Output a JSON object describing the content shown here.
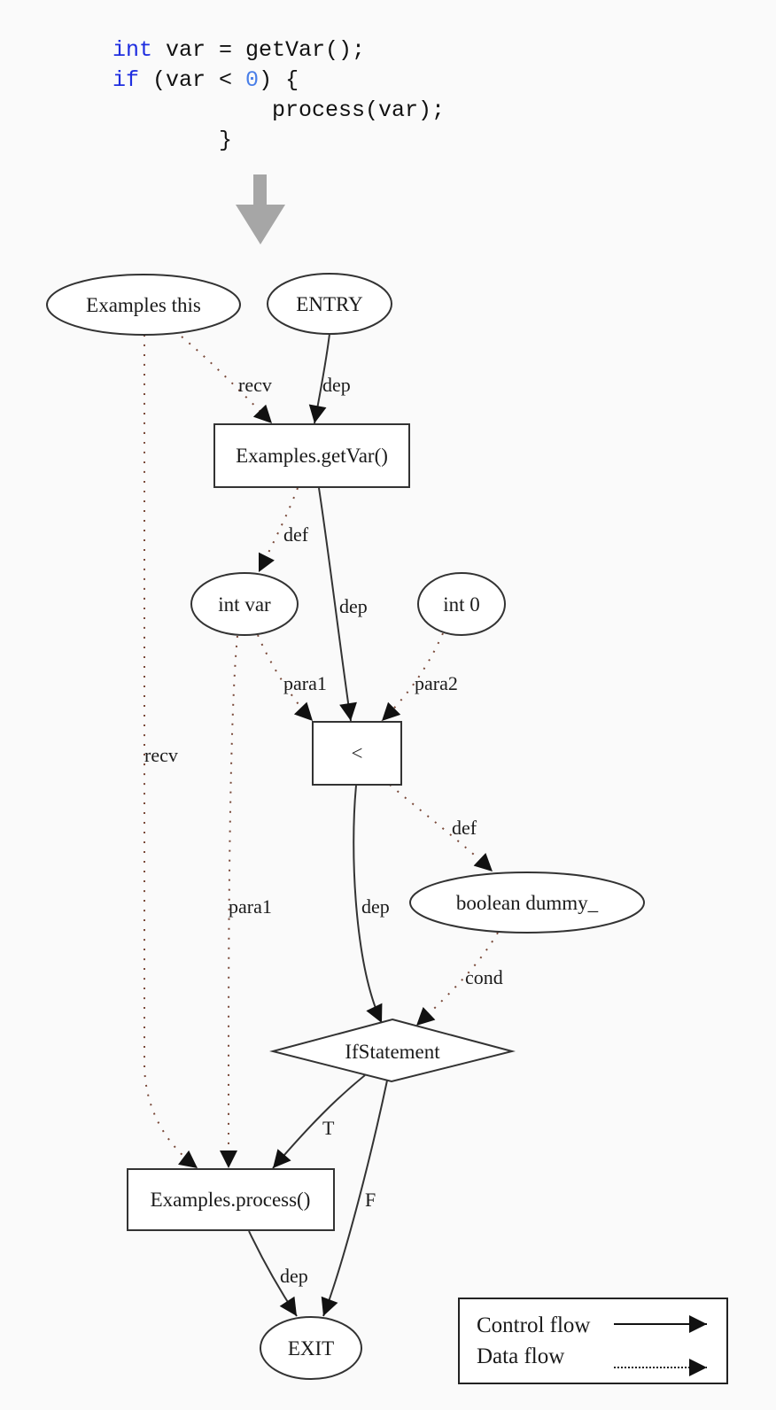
{
  "code": {
    "lines": [
      [
        {
          "t": "int",
          "c": "kw"
        },
        {
          "t": " var = getVar();",
          "c": ""
        }
      ],
      [
        {
          "t": "if",
          "c": "kw"
        },
        {
          "t": " (var < ",
          "c": ""
        },
        {
          "t": "0",
          "c": "num"
        },
        {
          "t": ") {",
          "c": ""
        }
      ],
      [
        {
          "t": "            process(var);",
          "c": ""
        }
      ],
      [
        {
          "t": "        }",
          "c": ""
        }
      ]
    ]
  },
  "colors": {
    "control": "#333333",
    "data": "#7a4a3a",
    "arrow": "#a6a6a6",
    "keyword": "#1f2ee0",
    "number": "#4a7fe8"
  },
  "graph": {
    "nodes": {
      "examples_this": {
        "label": "Examples this",
        "shape": "ellipse"
      },
      "entry": {
        "label": "ENTRY",
        "shape": "ellipse"
      },
      "getvar": {
        "label": "Examples.getVar()",
        "shape": "box"
      },
      "int_var": {
        "label": "int var",
        "shape": "ellipse"
      },
      "int_0": {
        "label": "int 0",
        "shape": "ellipse"
      },
      "lt": {
        "label": "<",
        "shape": "box"
      },
      "dummy": {
        "label": "boolean dummy_",
        "shape": "ellipse"
      },
      "ifstmt": {
        "label": "IfStatement",
        "shape": "diamond"
      },
      "process": {
        "label": "Examples.process()",
        "shape": "box"
      },
      "exit": {
        "label": "EXIT",
        "shape": "ellipse"
      }
    },
    "edges": [
      {
        "id": "e1",
        "from": "examples_this",
        "to": "getvar",
        "label": "recv",
        "kind": "data"
      },
      {
        "id": "e2",
        "from": "entry",
        "to": "getvar",
        "label": "dep",
        "kind": "control"
      },
      {
        "id": "e3",
        "from": "getvar",
        "to": "int_var",
        "label": "def",
        "kind": "data"
      },
      {
        "id": "e4",
        "from": "getvar",
        "to": "lt",
        "label": "dep",
        "kind": "control"
      },
      {
        "id": "e5",
        "from": "int_var",
        "to": "lt",
        "label": "para1",
        "kind": "data"
      },
      {
        "id": "e6",
        "from": "int_0",
        "to": "lt",
        "label": "para2",
        "kind": "data"
      },
      {
        "id": "e7",
        "from": "examples_this",
        "to": "process",
        "label": "recv",
        "kind": "data"
      },
      {
        "id": "e8",
        "from": "int_var",
        "to": "process",
        "label": "para1",
        "kind": "data"
      },
      {
        "id": "e9",
        "from": "lt",
        "to": "dummy",
        "label": "def",
        "kind": "data"
      },
      {
        "id": "e10",
        "from": "lt",
        "to": "ifstmt",
        "label": "dep",
        "kind": "control"
      },
      {
        "id": "e11",
        "from": "dummy",
        "to": "ifstmt",
        "label": "cond",
        "kind": "data"
      },
      {
        "id": "e12",
        "from": "ifstmt",
        "to": "process",
        "label": "T",
        "kind": "control"
      },
      {
        "id": "e13",
        "from": "ifstmt",
        "to": "exit",
        "label": "F",
        "kind": "control"
      },
      {
        "id": "e14",
        "from": "process",
        "to": "exit",
        "label": "dep",
        "kind": "control"
      }
    ]
  },
  "legend": {
    "control_label": "Control flow",
    "data_label": "Data flow"
  }
}
